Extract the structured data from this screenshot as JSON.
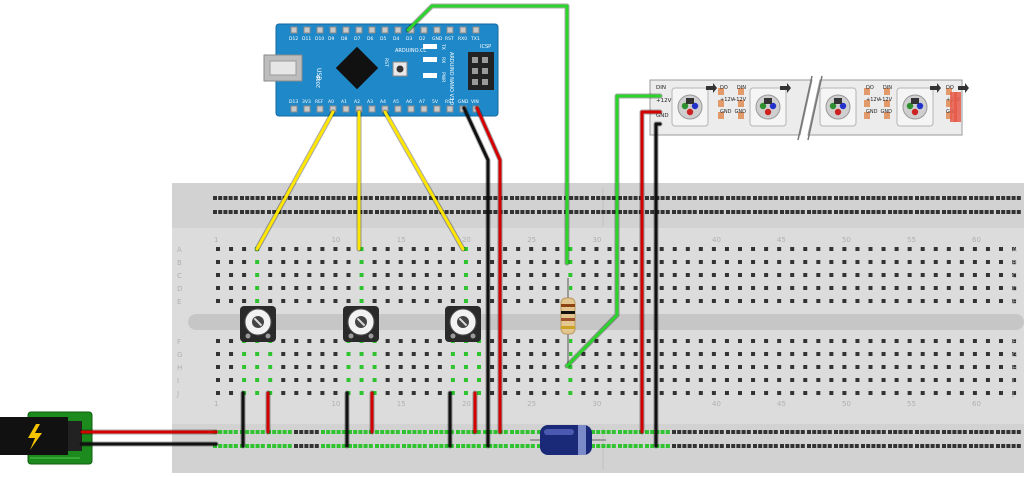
{
  "arduino": {
    "top_pins": [
      "D12",
      "D11",
      "D10",
      "D9",
      "D8",
      "D7",
      "D6",
      "D5",
      "D4",
      "D3",
      "D2",
      "GND",
      "RST",
      "RX0",
      "TX1"
    ],
    "bottom_pins": [
      "D13",
      "3V3",
      "REF",
      "A0",
      "A1",
      "A2",
      "A3",
      "A4",
      "A5",
      "A6",
      "A7",
      "5V",
      "RST",
      "GND",
      "VIN"
    ],
    "brand": "ARDUINO.CC",
    "model": "ARDUINO NANO V3.0",
    "usb_label": "USB",
    "icsp_label": "ICSP",
    "rst_label": "RST",
    "pwr_label": "PWR",
    "led_labels": [
      "TX",
      "RX"
    ],
    "board_id": "2009"
  },
  "breadboard": {
    "col_labels": [
      "1",
      "10",
      "15",
      "20",
      "25",
      "30",
      "40",
      "45",
      "50",
      "55",
      "60"
    ],
    "row_labels": [
      "A",
      "B",
      "C",
      "D",
      "E",
      "F",
      "G",
      "H",
      "I",
      "J"
    ]
  },
  "led_strip": {
    "pad_labels": [
      "DIN",
      "+12V",
      "GND",
      "DO",
      "+12V",
      "GND"
    ]
  },
  "colors": {
    "breadboard": "#dcdcdc",
    "arduino": "#1e88c8",
    "wire_yellow": "#ffe600",
    "wire_green": "#2bd42b",
    "wire_red": "#d40000",
    "wire_black": "#111111",
    "capacitor": "#1a2a78",
    "jack_pcb": "#1c8a1c"
  }
}
